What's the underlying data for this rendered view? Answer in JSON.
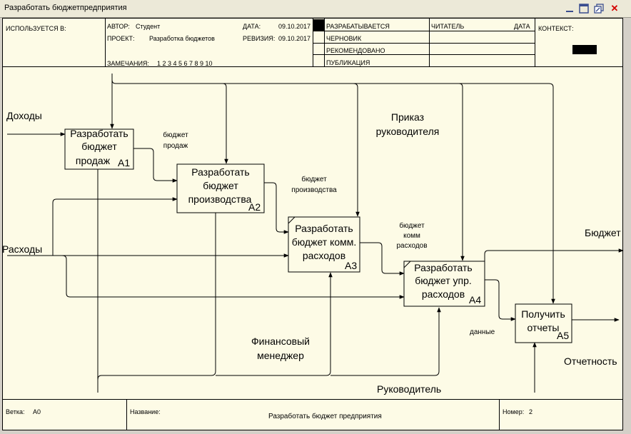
{
  "window": {
    "title": "Разработать бюджетпредприятия",
    "minimize_icon": "minimize-icon",
    "maximize_icon": "maximize-icon",
    "restore_icon": "restore-icon",
    "close_icon": "close-icon"
  },
  "header": {
    "used_in": "ИСПОЛЬЗУЕТСЯ В:",
    "author_label": "АВТОР:",
    "author": "Студент",
    "project_label": "ПРОЕКТ:",
    "project": "Разработка бюджетов",
    "notes_label": "ЗАМЕЧАНИЯ:",
    "notes": "1 2 3 4 5 6 7 8 9 10",
    "date_label": "ДАТА:",
    "date": "09.10.2017",
    "revision_label": "РЕВИЗИЯ:",
    "revision": "09.10.2017",
    "status": [
      "РАЗРАБАТЫВАЕТСЯ",
      "ЧЕРНОВИК",
      "РЕКОМЕНДОВАНО",
      "ПУБЛИКАЦИЯ"
    ],
    "reader": "ЧИТАТЕЛЬ",
    "reader_date": "ДАТА",
    "context": "КОНТЕКСТ:"
  },
  "footer": {
    "node_label": "Ветка:",
    "node": "А0",
    "name_label": "Название:",
    "name": "Разработать бюджет предприятия",
    "number_label": "Номер:",
    "number": "2"
  },
  "boxes": [
    {
      "label": [
        "Разработать",
        "бюджет",
        "продаж"
      ],
      "id": "А1"
    },
    {
      "label": [
        "Разработать",
        "бюджет",
        "производства"
      ],
      "id": "А2"
    },
    {
      "label": [
        "Разработать",
        "бюджет комм.",
        "расходов"
      ],
      "id": "А3"
    },
    {
      "label": [
        "Разработать",
        "бюджет упр.",
        "расходов"
      ],
      "id": "А4"
    },
    {
      "label": [
        "Получить",
        "отчеты"
      ],
      "id": "А5"
    }
  ],
  "arrows": {
    "income": "Доходы",
    "expenses": "Расходы",
    "order": [
      "Приказ",
      "руководителя"
    ],
    "fin_manager": [
      "Финансовый",
      "менеджер"
    ],
    "head": "Руководитель",
    "budget_out": "Бюджет",
    "report_out": "Отчетность",
    "sales_budget": [
      "бюджет",
      "продаж"
    ],
    "production_budget": [
      "бюджет",
      "производства"
    ],
    "commercial_budget": [
      "бюджет",
      "комм",
      "расходов"
    ],
    "data": "данные"
  }
}
